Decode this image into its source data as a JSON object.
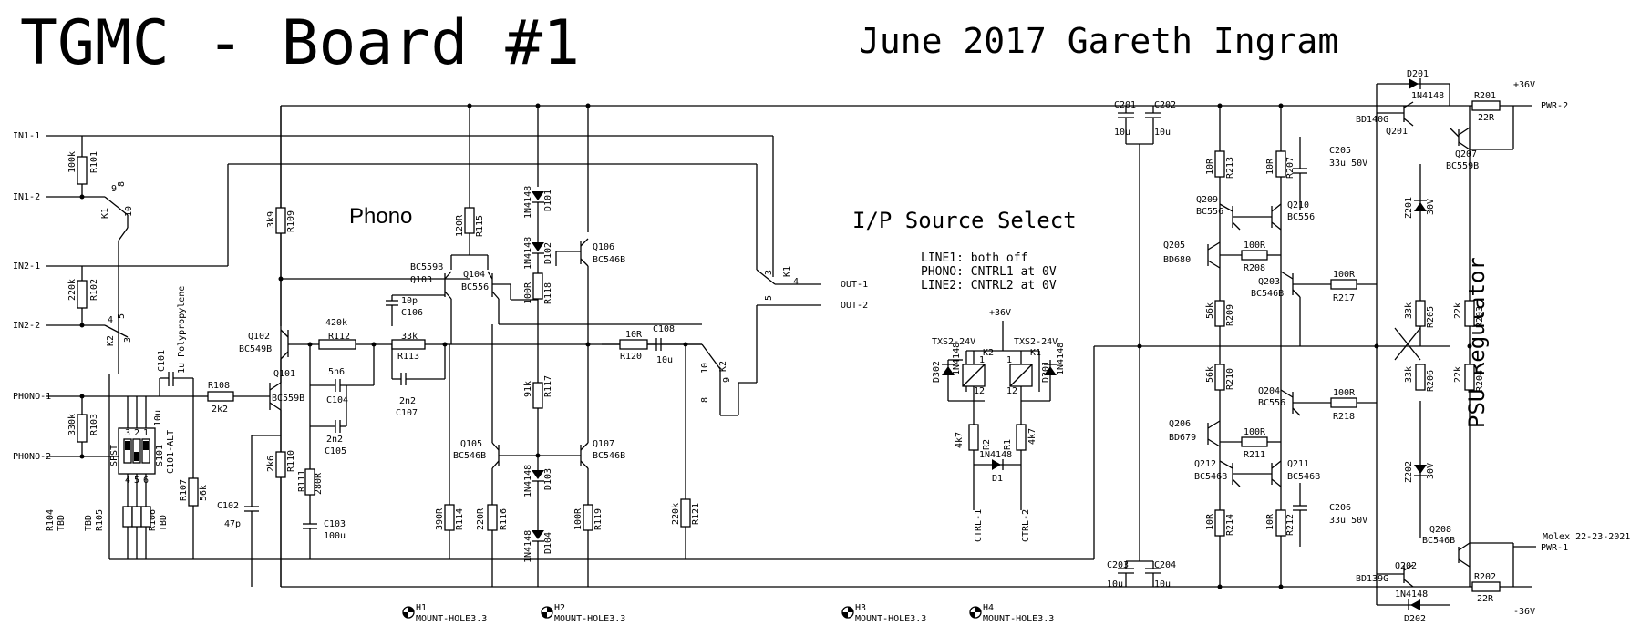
{
  "title": "TGMC - Board #1",
  "subtitle": "June 2017 Gareth Ingram",
  "sections": {
    "phono": "Phono",
    "source_select": "I/P Source Select",
    "psu": "PSU Regulator"
  },
  "notes": [
    "LINE1: both off",
    "PHONO: CNTRL1 at 0V",
    "LINE2: CNTRL2 at 0V"
  ],
  "connectors": {
    "in1_1": "IN1-1",
    "in1_2": "IN1-2",
    "in2_1": "IN2-1",
    "in2_2": "IN2-2",
    "phono_1": "PHONO-1",
    "phono_2": "PHONO-2",
    "out_1": "OUT-1",
    "out_2": "OUT-2",
    "pwr_1": "PWR-1",
    "pwr_2": "PWR-2",
    "ctrl_1": "CTRL-1",
    "ctrl_2": "CTRL-2",
    "v36": "+36V",
    "vm36": "-36V",
    "relay_supply": "+36V",
    "molex": "Molex 22-23-2021"
  },
  "mount_holes": [
    {
      "ref": "H1",
      "value": "MOUNT-HOLE3.3"
    },
    {
      "ref": "H2",
      "value": "MOUNT-HOLE3.3"
    },
    {
      "ref": "H3",
      "value": "MOUNT-HOLE3.3"
    },
    {
      "ref": "H4",
      "value": "MOUNT-HOLE3.3"
    }
  ],
  "relays": {
    "k1_a": {
      "ref": "K1",
      "pins": [
        "9",
        "8",
        "10"
      ]
    },
    "k2_a": {
      "ref": "K2",
      "pins": [
        "4",
        "5",
        "3"
      ]
    },
    "k1_b": {
      "ref": "K1",
      "pins": [
        "3",
        "4",
        "5"
      ]
    },
    "k2_b": {
      "ref": "K2",
      "pins": [
        "10",
        "9",
        "8"
      ]
    },
    "k2_coil": {
      "ref": "K2",
      "value": "TXS2-24V",
      "pins": [
        "1",
        "12"
      ]
    },
    "k1_coil": {
      "ref": "K1",
      "value": "TXS2-24V",
      "pins": [
        "1",
        "12"
      ]
    }
  },
  "switch": {
    "ref": "S101",
    "value": "SPST",
    "alt": "C101-ALT",
    "pins": [
      "3",
      "2",
      "1",
      "4",
      "5",
      "6"
    ]
  },
  "resistors": {
    "R101": "100k",
    "R102": "220k",
    "R103": "330k",
    "R104": "TBD",
    "R105": "TBD",
    "R106": "TBD",
    "R107": "56k",
    "R108": "2k2",
    "R109": "3k9",
    "R110": "2k6",
    "R111": "280R",
    "R112": "420k",
    "R113": "33k",
    "R114": "390R",
    "R115": "120R",
    "R116": "220R",
    "R117": "91k",
    "R118": "100R",
    "R119": "100R",
    "R120": "10R",
    "R121": "220k",
    "R1": "4k7",
    "R2": "4k7",
    "R201": "22R",
    "R202": "22R",
    "R203": "22k",
    "R204": "22k",
    "R205": "33k",
    "R206": "33k",
    "R207": "10R",
    "R208": "100R",
    "R209": "56k",
    "R210": "56k",
    "R211": "100R",
    "R212": "10R",
    "R213": "10R",
    "R214": "10R",
    "R217": "100R",
    "R218": "100R"
  },
  "capacitors": {
    "C101": "1u Polypropylene",
    "C101_alt": "10u",
    "C102": "47p",
    "C103": "100u",
    "C104": "5n6",
    "C105": "2n2",
    "C106": "10p",
    "C107": "2n2",
    "C108": "10u",
    "C201": "10u",
    "C202": "10u",
    "C203": "10u",
    "C204": "10u",
    "C205": "33u 50V",
    "C206": "33u 50V"
  },
  "transistors": {
    "Q101": "BC559B",
    "Q102": "BC549B",
    "Q103": "BC559B",
    "Q104": "BC556",
    "Q105": "BC546B",
    "Q106": "BC546B",
    "Q107": "BC546B",
    "Q201": "BD140G",
    "Q202": "BD139G",
    "Q203": "BC546B",
    "Q204": "BC556",
    "Q205": "BD680",
    "Q206": "BD679",
    "Q207": "BC559B",
    "Q208": "BC546B",
    "Q209": "BC556",
    "Q210": "BC556",
    "Q211": "BC546B",
    "Q212": "BC546B"
  },
  "diodes": {
    "D101": "1N4148",
    "D102": "1N4148",
    "D103": "1N4148",
    "D104": "1N4148",
    "D1": "1N4148",
    "D301": "1N4148",
    "D302": "1N4148",
    "D201": "1N4148",
    "D202": "1N4148",
    "Z201": "30V",
    "Z202": "30V"
  }
}
